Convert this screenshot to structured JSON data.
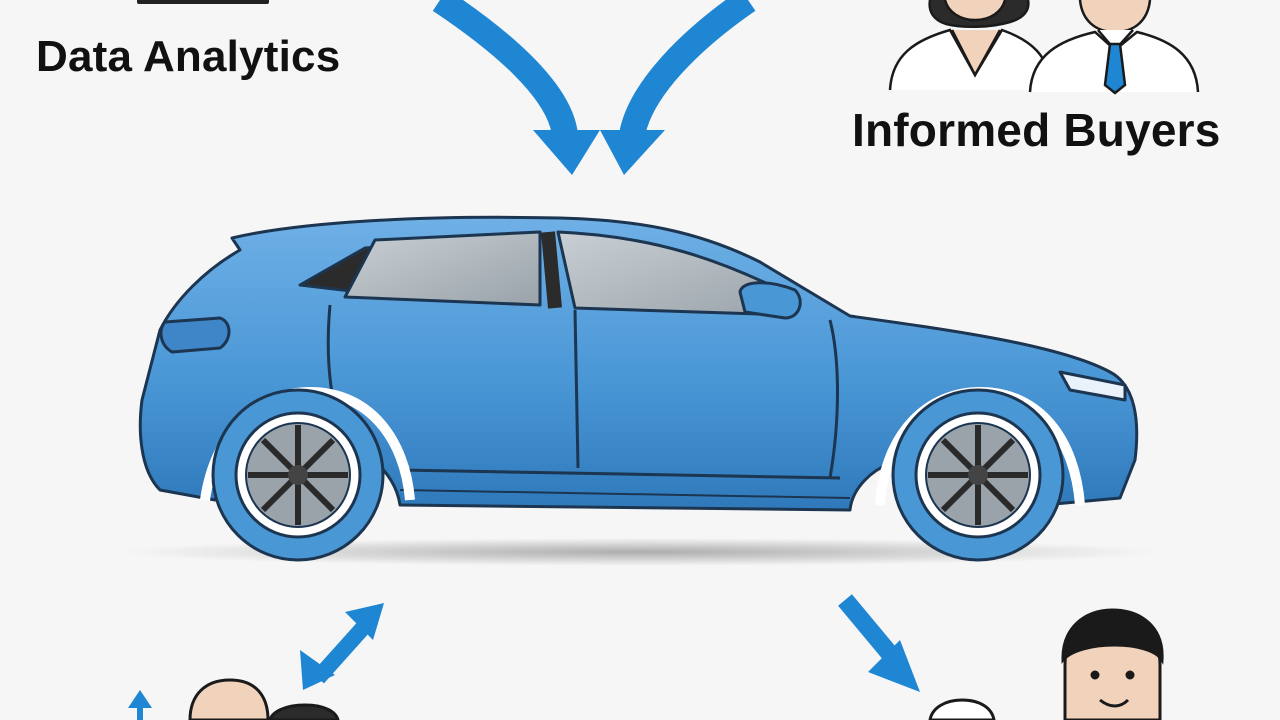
{
  "labels": {
    "top_left": "Data Analytics",
    "top_right": "Informed Buyers"
  },
  "colors": {
    "background": "#f6f6f6",
    "car_body": "#4a97d6",
    "car_outline": "#1c3550",
    "arrow_blue": "#1f86d3",
    "window_glass": "#bfc6cc"
  },
  "icons": {
    "car": "suv-car-illustration",
    "arrows": "flow-arrows",
    "people_top": "two-business-people",
    "people_bottom": "people-heads"
  }
}
